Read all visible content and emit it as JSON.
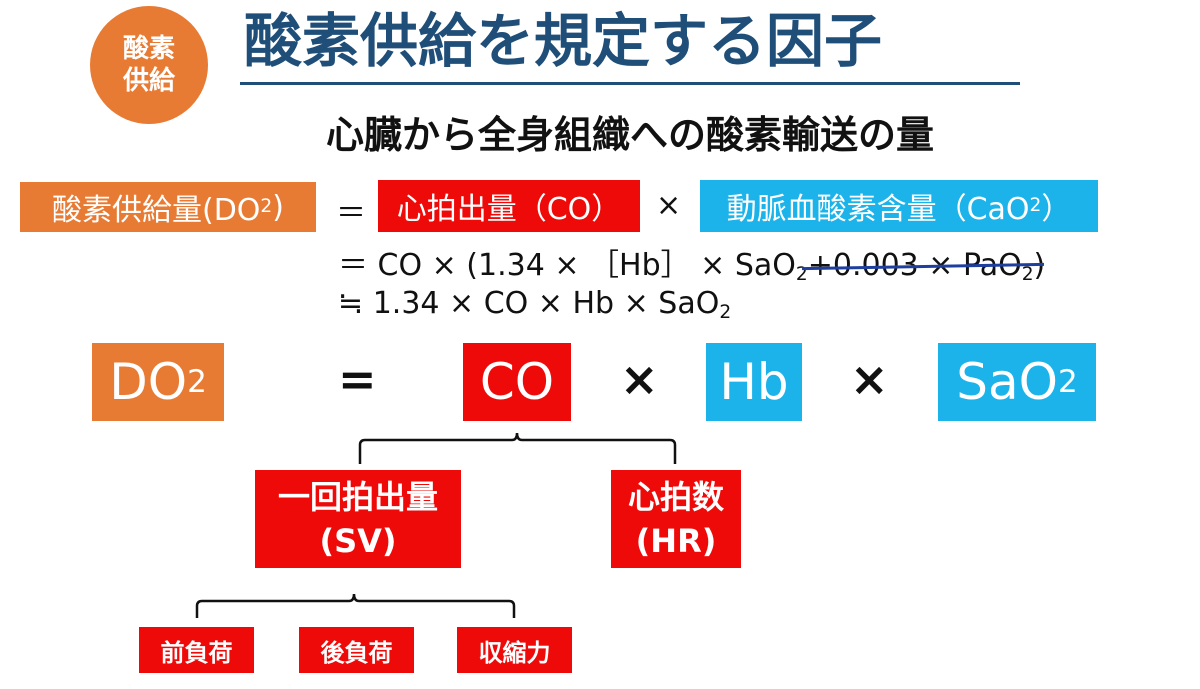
{
  "badge": {
    "line1": "酸素",
    "line2": "供給"
  },
  "title": "酸素供給を規定する因子",
  "subtitle": "心臓から全身組織への酸素輸送の量",
  "equation1": {
    "do2_label": "酸素供給量(DO",
    "do2_sub": "2",
    "do2_close": ")",
    "equals": "＝",
    "co_label": "心拍出量（CO）",
    "times": "×",
    "cao2_label": "動脈血酸素含量（CaO",
    "cao2_sub": "2",
    "cao2_close": "）"
  },
  "equation2": {
    "prefix": "＝ CO × (1.34 × ［Hb］ × SaO",
    "sub1": "2",
    "struck": "+0.003 × PaO",
    "sub2": "2",
    "suffix": ")"
  },
  "equation3": {
    "prefix": "≒ 1.34 × CO × Hb × SaO",
    "sub": "2"
  },
  "big_equation": {
    "do2": "DO",
    "do2_sub": "2",
    "equals": "=",
    "co": "CO",
    "times1": "×",
    "hb": "Hb",
    "times2": "×",
    "sao2": "SaO",
    "sao2_sub": "2"
  },
  "tree": {
    "sv_line1": "一回拍出量",
    "sv_line2": "(SV)",
    "hr_line1": "心拍数",
    "hr_line2": "(HR)",
    "leaves": [
      "前負荷",
      "後負荷",
      "収縮力"
    ]
  },
  "colors": {
    "orange": "#e87b33",
    "red": "#ef0a0a",
    "cyan": "#1cb3ea",
    "title": "#1f4e79"
  }
}
